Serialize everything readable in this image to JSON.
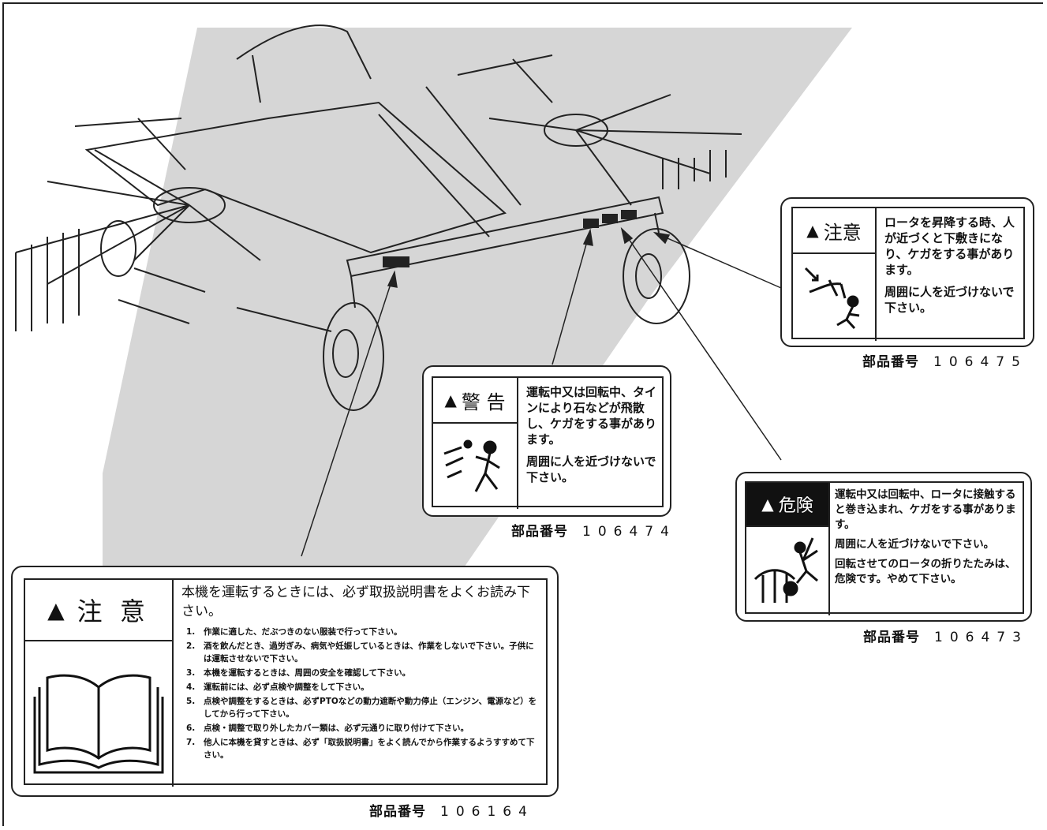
{
  "labels": {
    "l106475": {
      "signal": "注意",
      "lines": [
        "ロータを昇降する時、人が近づくと下敷きになり、ケガをする事があります。",
        "周囲に人を近づけないで下さい。"
      ],
      "part_label": "部品番号",
      "part_number": "106475"
    },
    "l106474": {
      "signal": "警 告",
      "lines": [
        "運転中又は回転中、タインにより石などが飛散し、ケガをする事があります。",
        "周囲に人を近づけないで下さい。"
      ],
      "part_label": "部品番号",
      "part_number": "106474"
    },
    "l106473": {
      "signal": "危険",
      "lines": [
        "運転中又は回転中、ロータに接触すると巻き込まれ、ケガをする事があります。",
        "周囲に人を近づけないで下さい。",
        "回転させてのロータの折りたたみは、危険です。やめて下さい。"
      ],
      "part_label": "部品番号",
      "part_number": "106473"
    },
    "l106164": {
      "signal": "注 意",
      "intro": "本機を運転するときには、必ず取扱説明書をよくお読み下さい。",
      "items": [
        {
          "n": "1.",
          "t": "作業に適した、だぶつきのない服装で行って下さい。"
        },
        {
          "n": "2.",
          "t": "酒を飲んだとき、過労ぎみ、病気や妊娠しているときは、作業をしないで下さい。子供には運転させないで下さい。"
        },
        {
          "n": "3.",
          "t": "本機を運転するときは、周囲の安全を確認して下さい。"
        },
        {
          "n": "4.",
          "t": "運転前には、必ず点検や調整をして下さい。"
        },
        {
          "n": "5.",
          "t": "点検や調整をするときは、必ずPTOなどの動力遮断や動力停止（エンジン、電源など）をしてから行って下さい。"
        },
        {
          "n": "6.",
          "t": "点検・調整で取り外したカバー類は、必ず元通りに取り付けて下さい。"
        },
        {
          "n": "7.",
          "t": "他人に本機を貸すときは、必ず「取扱説明書」をよく読んでから作業するようすすめて下さい。"
        }
      ],
      "part_label": "部品番号",
      "part_number": "106164"
    }
  },
  "colors": {
    "ink": "#111111",
    "watermark": "#d6d6d6",
    "danger_header": "#111111"
  }
}
